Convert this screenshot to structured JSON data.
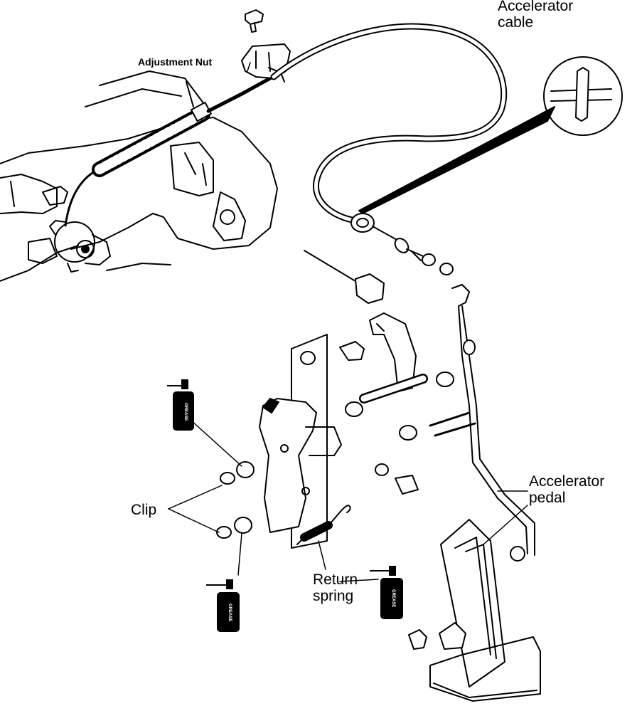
{
  "labels": {
    "accelerator_cable": "Accelerator\ncable",
    "adjustment_nut": "Adjustment Nut",
    "clip": "Clip",
    "return_spring": "Return\nspring",
    "accelerator_pedal": "Accelerator\npedal"
  },
  "grease_can_text": "GREASE",
  "colors": {
    "ink": "#000000",
    "paper": "#ffffff"
  }
}
